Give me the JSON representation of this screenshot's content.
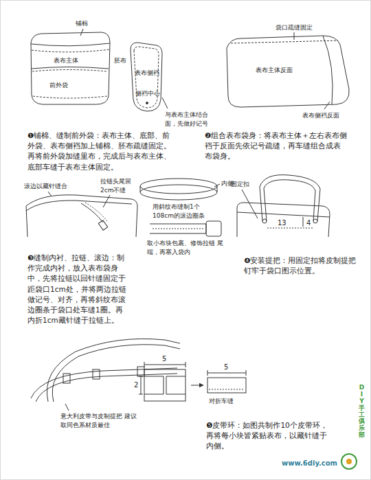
{
  "diagram": {
    "labels": [
      "铺棉",
      "表布主体",
      "胚布",
      "前外袋",
      "表布侧裆",
      "侧裆中心",
      "与表布主体结合 面，先做好记号",
      "袋口疏缝固定",
      "表布主体反面",
      "表布侧裆反面",
      "❶铺棉、缝制前外袋：表布主体、底部、前外袋、表布侧裆加上铺棉、胚布疏缝固定。再将前外袋加缝里布，完成后与表布主体、底部车缝于表布主体固定。",
      "❷组合表布袋身：将表布主体＋左右表布侧裆于反面先依记号疏缝，再车缝组合成表布袋身。",
      "滚边以藏针缝合",
      "拉链头尾留 2cm不缝",
      "内侧",
      "用斜纹布缝制1个 108cm的滚边圈条",
      "取小布块包裹、修饰拉链 尾端，再塞入袋内",
      "固定扣",
      "13",
      "4",
      "❸缝制内衬、拉链、滚边：制作完成内衬，放入表布袋身中，先将拉链以回针缝固定于距袋口1cm处，并将两边拉链做记号、对齐，再将斜纹布滚边圈条于袋口处车缝1圈。再内折1cm藏针缝于拉链上。",
      "❹安装提把：用固定扣将皮制提把钉牢于袋口图示位置。",
      "意大利皮带与皮制提把 建议取同色系材质最佳",
      "5",
      "2",
      "5",
      "对折车缝",
      "❺皮带环：如图共制作10个皮带环，再将每小块皆紧贴表布，以藏针缝于内侧。",
      "DIY手工俱乐部",
      "www.6diy.com"
    ]
  }
}
